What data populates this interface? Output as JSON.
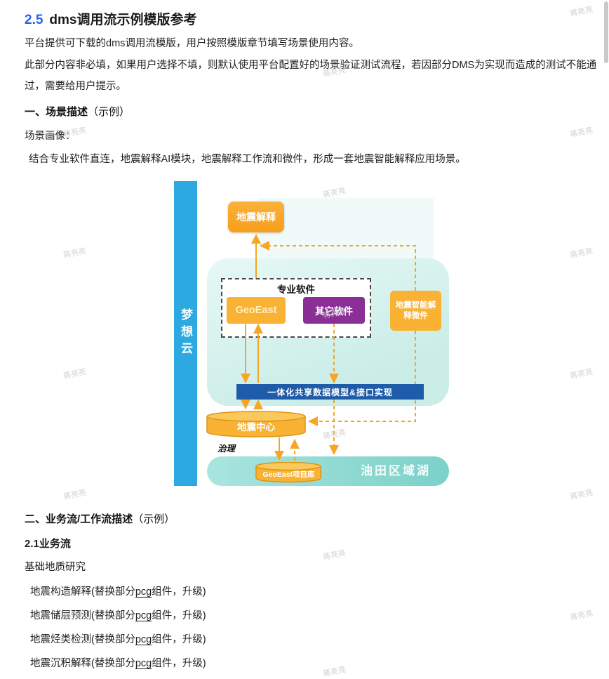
{
  "watermark": {
    "text": "蒋亮亮"
  },
  "colors": {
    "accent_blue": "#2563EB",
    "diagram_yellow": "#F9B233",
    "diagram_purple": "#8B2F96",
    "data_bar_blue": "#1E5BA8",
    "platform_blue": "#2CA9E1",
    "teal_container": "#CBEDE8"
  },
  "doc": {
    "title": {
      "number": "2.5",
      "text": "dms调用流示例模版参考"
    },
    "para1": "平台提供可下载的dms调用流模版，用户按照模版章节填写场景使用内容。",
    "para2": "此部分内容非必填，如果用户选择不填，则默认使用平台配置好的场景验证测试流程，若因部分DMS为实现而造成的测试不能通过，需要给用户提示。",
    "section1_title": "一、场景描述",
    "section1_suffix": "（示例）",
    "scene_label": "场景画像：",
    "scene_desc": "结合专业软件直连，地震解释AI模块，地震解释工作流和微件，形成一套地震智能解释应用场景。",
    "section2_title": "二、业务流/工作流描述",
    "section2_suffix": "（示例）",
    "subsection": "2.1业务流",
    "research_label": "基础地质研究",
    "workflow_items": [
      {
        "pre": "地震构造解释(替换部分",
        "u": "pcg",
        "post": "组件，升级)"
      },
      {
        "pre": "地震储层预测(替换部分",
        "u": "pcg",
        "post": "组件，升级)"
      },
      {
        "pre": "地震烃类检测(替换部分",
        "u": "pcg",
        "post": "组件，升级)"
      },
      {
        "pre": "地震沉积解释(替换部分",
        "u": "pcg",
        "post": "组件，升级)"
      }
    ]
  },
  "diagram": {
    "platform": "梦想云",
    "interpretation_box": "地震解释",
    "software_group_label": "专业软件",
    "geoeast_box": "GeoEast",
    "other_software_box": "其它软件",
    "widget_box": "地震智能解释微件",
    "data_model_bar": "一体化共享数据模型&接口实现",
    "seismic_center_db": "地震中心",
    "governance_label": "治理",
    "lake_label": "油田区域湖",
    "project_db": "GeoEast项目库"
  }
}
